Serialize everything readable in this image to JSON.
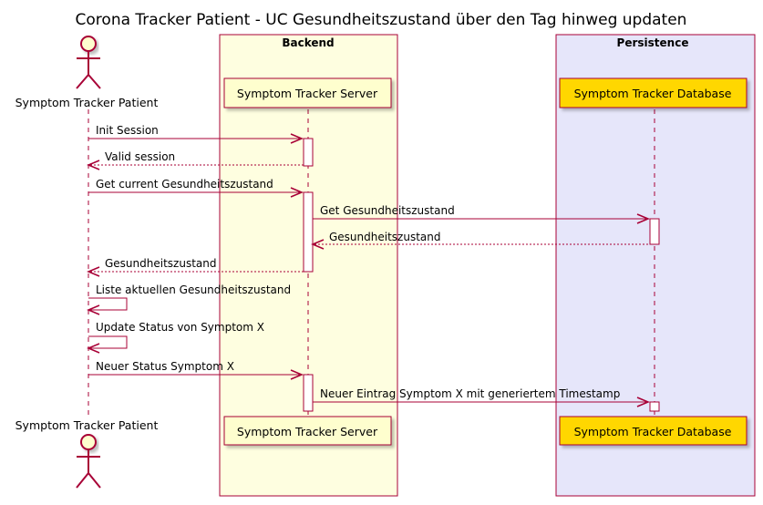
{
  "diagram": {
    "title": "Corona Tracker Patient - UC Gesundheitszustand über den Tag hinweg updaten",
    "boxes": [
      {
        "title": "Backend",
        "fill": "#FEFEE0"
      },
      {
        "title": "Persistence",
        "fill": "#E6E6FA"
      }
    ],
    "participants": {
      "patient": "Symptom Tracker Patient",
      "server": "Symptom Tracker Server",
      "database": "Symptom Tracker Database"
    },
    "messages": [
      {
        "label": "Init Session"
      },
      {
        "label": "Valid session"
      },
      {
        "label": "Get current Gesundheitszustand"
      },
      {
        "label": "Get Gesundheitszustand"
      },
      {
        "label": "Gesundheitszustand"
      },
      {
        "label": "Gesundheitszustand"
      },
      {
        "label": "Liste aktuellen Gesundheitszustand"
      },
      {
        "label": "Update Status von Symptom X"
      },
      {
        "label": "Neuer Status Symptom X"
      },
      {
        "label": "Neuer Eintrag Symptom X mit generiertem Timestamp"
      }
    ],
    "colors": {
      "arrow": "#A80036",
      "participant_fill": "#FEFECE",
      "database_fill": "#FFD700",
      "actor_fill": "#FEFECE"
    }
  }
}
